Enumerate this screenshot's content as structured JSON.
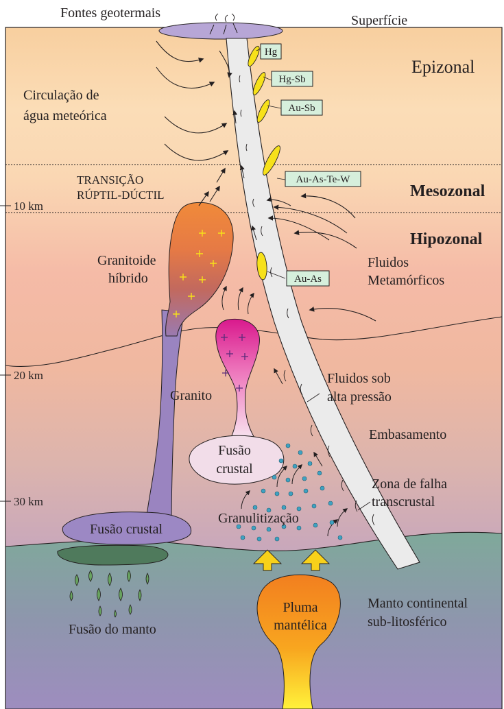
{
  "labels": {
    "fontes": "Fontes geotermais",
    "superficie": "Superfície",
    "epizonal": "Epizonal",
    "mesozonal": "Mesozonal",
    "hipozonal": "Hipozonal",
    "circulacao_1": "Circulação de",
    "circulacao_2": "água meteórica",
    "transicao_1": "TRANSIÇÃO",
    "transicao_2": "RÚPTIL-DÚCTIL",
    "km10": "10 km",
    "km20": "20 km",
    "km30": "30 km",
    "granitoide_1": "Granitoide",
    "granitoide_2": "híbrido",
    "granito": "Granito",
    "fusao_crustal_a_1": "Fusão",
    "fusao_crustal_a_2": "crustal",
    "fusao_crustal_b": "Fusão crustal",
    "granulitizacao": "Granulitização",
    "fluidos_meta_1": "Fluidos",
    "fluidos_meta_2": "Metamórficos",
    "fluidos_sob_1": "Fluidos sob",
    "fluidos_sob_2": "alta pressão",
    "embasamento": "Embasamento",
    "zona_1": "Zona de falha",
    "zona_2": "transcrustal",
    "manto_1": "Manto continental",
    "manto_2": "sub-litosférico",
    "pluma_1": "Pluma",
    "pluma_2": "mantélica",
    "fusao_manto": "Fusão do manto"
  },
  "deposit_boxes": [
    "Hg",
    "Hg-Sb",
    "Au-Sb",
    "Au-As-Te-W",
    "Au-As"
  ],
  "colors": {
    "ore": "#f7e11a",
    "box_fill": "#d6efdc",
    "fault": "#ebebeb",
    "granitoid": "#ea7f38",
    "granito": "#e458a8",
    "melt_crustal": "#f2dde9",
    "purple_melt": "#9c88c4",
    "mantle_melt": "#4f8a55",
    "pluma": "#f7931e",
    "dots": "#3ea2c2"
  }
}
